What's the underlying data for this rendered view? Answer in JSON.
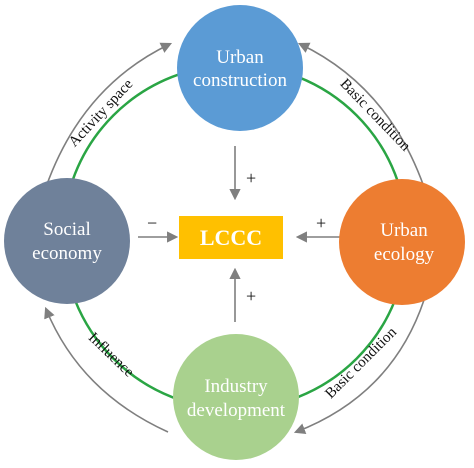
{
  "nodes": {
    "urban_construction": {
      "line1": "Urban",
      "line2": "construction",
      "color": "#5b9bd5"
    },
    "social_economy": {
      "line1": "Social",
      "line2": "economy",
      "color": "#6f819a"
    },
    "urban_ecology": {
      "line1": "Urban",
      "line2": "ecology",
      "color": "#ed7d31"
    },
    "industry_development": {
      "line1": "Industry",
      "line2": "development",
      "color": "#a9d18e"
    }
  },
  "center": {
    "label": "LCCC",
    "color": "#ffc000"
  },
  "edge_labels": {
    "top_left": "Activity space",
    "top_right": "Basic condition",
    "bottom_left": "Influence",
    "bottom_right": "Basic condition"
  },
  "signs": {
    "top": "+",
    "left": "−",
    "right": "+",
    "bottom": "+"
  },
  "colors": {
    "ring": "#2aa544",
    "arrow": "#7f7f7f"
  }
}
